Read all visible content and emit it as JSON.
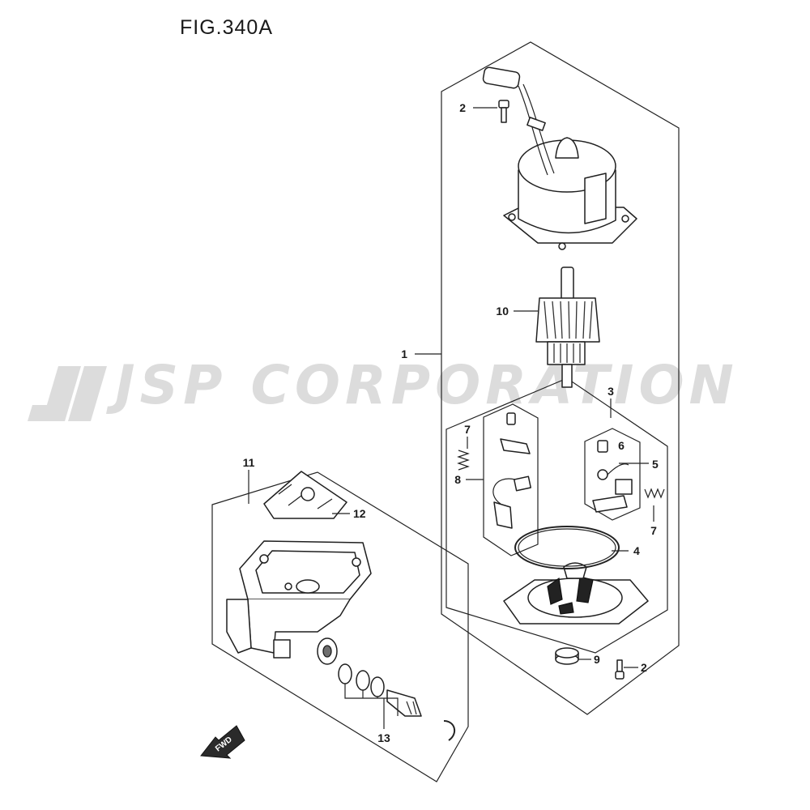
{
  "figure": {
    "title": "FIG.340A"
  },
  "watermark": {
    "text": "JSP CORPORATION"
  },
  "fwd_label": "FWD",
  "callouts": {
    "c1": "1",
    "c2a": "2",
    "c2b": "2",
    "c3": "3",
    "c4": "4",
    "c5": "5",
    "c6": "6",
    "c7a": "7",
    "c7b": "7",
    "c8": "8",
    "c9": "9",
    "c10": "10",
    "c11": "11",
    "c12": "12",
    "c13": "13"
  }
}
